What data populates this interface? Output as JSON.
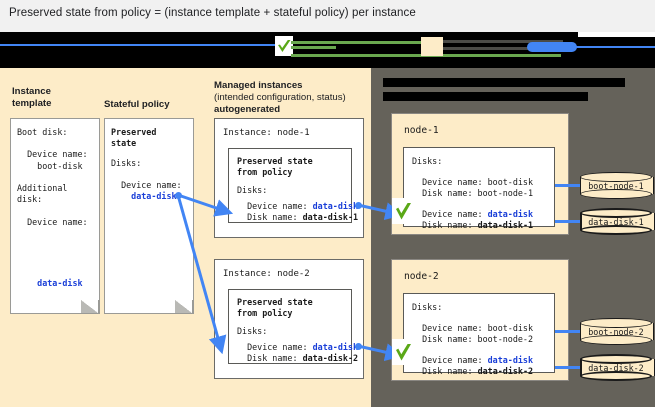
{
  "title": "Preserved state from policy = (instance template + stateful policy) per instance",
  "legend": {
    "note": "legend row mostly redacted with black bars",
    "check_icon": "green-check-icon",
    "swatches": [
      "green-line",
      "cream-swatch",
      "gray-line",
      "blue-blob",
      "blue-line"
    ]
  },
  "columns": {
    "instance_template": {
      "heading": "Instance\ntemplate"
    },
    "stateful_policy": {
      "heading": "Stateful policy"
    },
    "managed_instances": {
      "heading_line1": "Managed instances",
      "heading_line2": "(intended configuration, status)",
      "heading_line3": "autogenerated"
    },
    "right_panel": {
      "heading_redacted": true
    }
  },
  "instance_template_card": {
    "lines": [
      "Boot disk:",
      "",
      "  Device name:",
      "    boot-disk",
      "",
      "Additional",
      "disk:",
      "",
      "  Device name:"
    ],
    "highlight": "    data-disk"
  },
  "stateful_policy_card": {
    "title": "Preserved\nstate",
    "disks_label": "Disks:",
    "device_name_label": "  Device name:",
    "device_name_value": "    data-disk"
  },
  "instances": [
    {
      "name": "Instance: node-1",
      "inner_title": "Preserved state\nfrom policy",
      "disks_label": "Disks:",
      "device_name_label": "  Device name: ",
      "device_name_value": "data-disk",
      "disk_name_label": "  Disk name: ",
      "disk_name_value": "data-disk-1"
    },
    {
      "name": "Instance: node-2",
      "inner_title": "Preserved state\nfrom policy",
      "disks_label": "Disks:",
      "device_name_label": "  Device name: ",
      "device_name_value": "data-disk",
      "disk_name_label": "  Disk name: ",
      "disk_name_value": "data-disk-2"
    }
  ],
  "nodes": [
    {
      "name": "node-1",
      "disks_label": "Disks:",
      "boot_device_line": "  Device name: boot-disk",
      "boot_disk_line": "  Disk name: boot-node-1",
      "data_device_label": "  Device name: ",
      "data_device_value": "data-disk",
      "data_disk_label": "  Disk name: ",
      "data_disk_value": "data-disk-1",
      "status_icon": "green-check-icon",
      "cylinders": [
        {
          "label": "boot-node-1",
          "emphasis": false
        },
        {
          "label": "data-disk-1",
          "emphasis": true
        }
      ]
    },
    {
      "name": "node-2",
      "disks_label": "Disks:",
      "boot_device_line": "  Device name: boot-disk",
      "boot_disk_line": "  Disk name: boot-node-2",
      "data_device_label": "  Device name: ",
      "data_device_value": "data-disk",
      "data_disk_label": "  Disk name: ",
      "data_disk_value": "data-disk-2",
      "status_icon": "green-check-icon",
      "cylinders": [
        {
          "label": "boot-node-2",
          "emphasis": false
        },
        {
          "label": "data-disk-2",
          "emphasis": true
        }
      ]
    }
  ],
  "colors": {
    "canvas_bg": "#fdecc8",
    "dark_panel": "#65625a",
    "accent_blue": "#1a3fd8",
    "connector_blue": "#4285f4",
    "check_green": "#5aa817",
    "title_bar": "#f1f1f1"
  }
}
